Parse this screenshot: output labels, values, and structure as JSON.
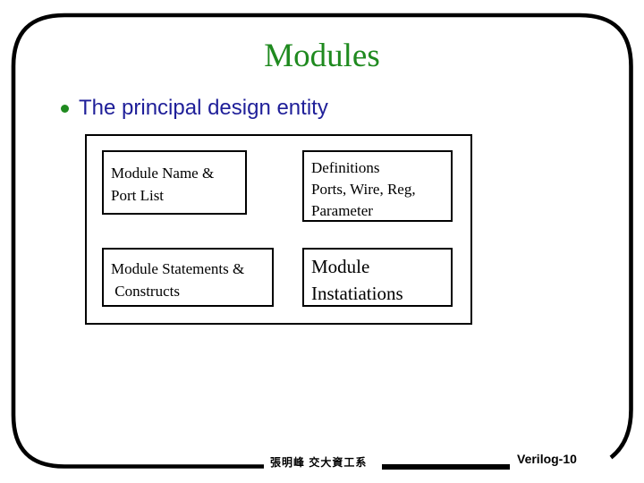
{
  "slide": {
    "title": "Modules",
    "bullet": {
      "marker": "bullet-dot-icon",
      "text": "The principal design entity"
    },
    "diagram": {
      "boxes": [
        {
          "lines": [
            "Module Name &",
            "Port List"
          ]
        },
        {
          "lines": [
            "Definitions",
            "Ports, Wire, Reg,",
            "Parameter"
          ]
        },
        {
          "lines": [
            "Module Statements &",
            " Constructs"
          ]
        },
        {
          "lines": [
            "Module",
            "Instatiations"
          ]
        }
      ]
    },
    "footer": {
      "author": "張明峰 交大資工系",
      "page_label": "Verilog-10"
    },
    "colors": {
      "title_green": "#1f8a1f",
      "body_blue": "#1f1f99",
      "line_black": "#000000",
      "background": "#ffffff"
    }
  }
}
